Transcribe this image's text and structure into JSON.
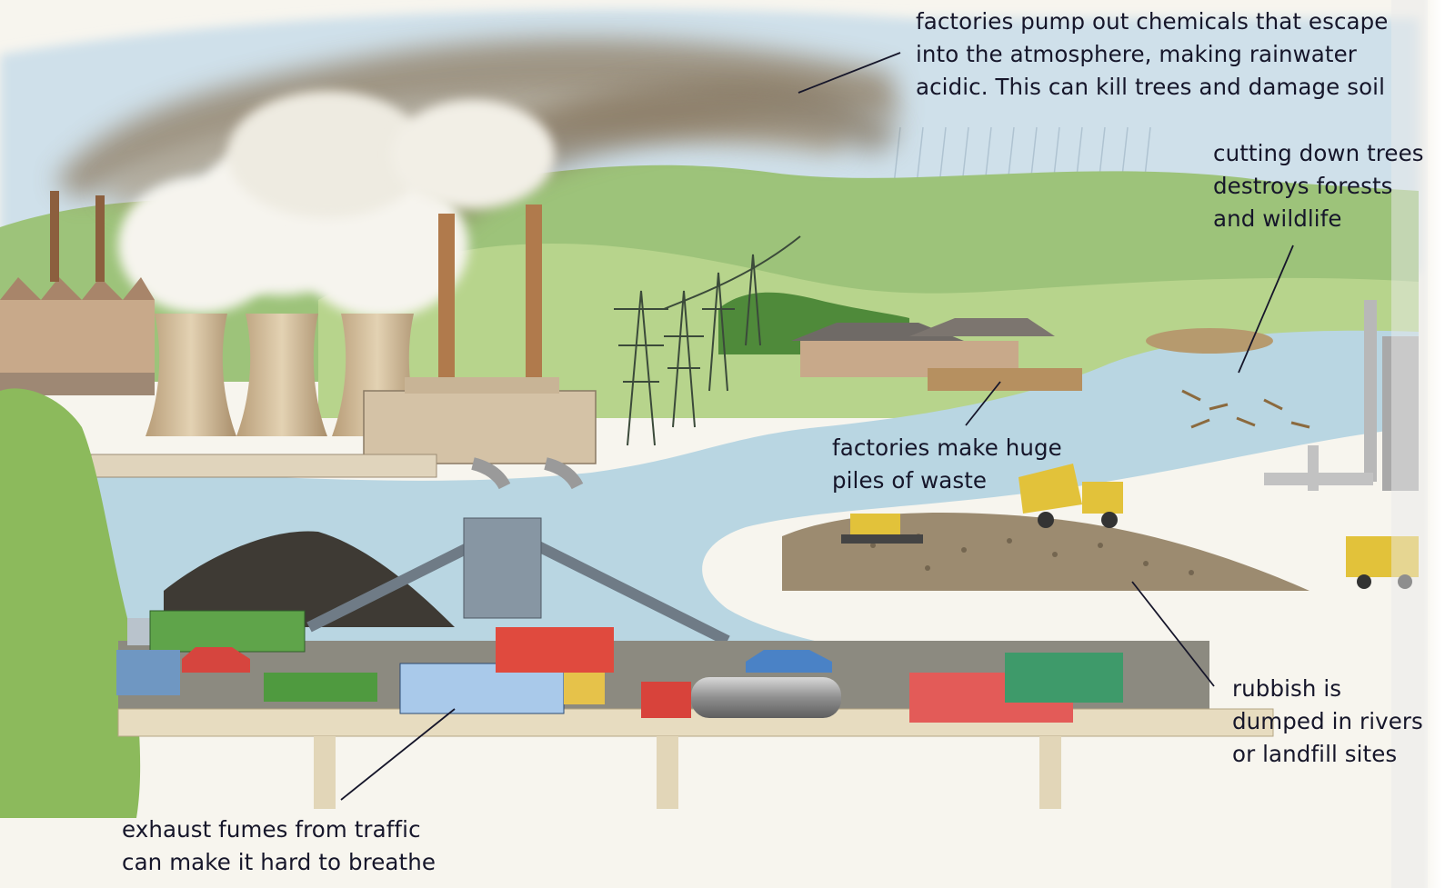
{
  "labels": {
    "acid_rain": "factories pump out chemicals that escape\ninto the atmosphere, making rainwater\nacidic. This can kill trees and damage soil",
    "cutting_trees": "cutting down trees\ndestroys forests\nand wildlife",
    "factory_waste": "factories make huge\npiles of waste",
    "rubbish": "rubbish is\ndumped in rivers\nor landfill sites",
    "exhaust_fumes": "exhaust fumes from traffic\ncan make it hard to breathe"
  },
  "colors": {
    "sky": "#cfe0ea",
    "smoke_dark": "#7a6a52",
    "smoke_light": "#f4f2ea",
    "hills": "#8fbf6a",
    "water": "#b9d6e2",
    "road": "#d8cfae",
    "text": "#16162a"
  }
}
